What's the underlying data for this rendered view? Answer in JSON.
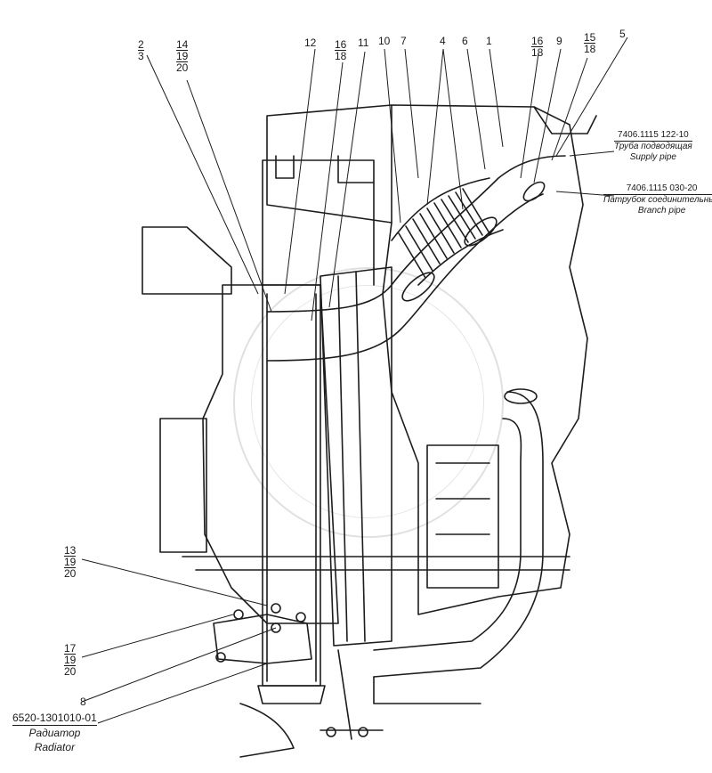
{
  "callouts": {
    "c2": "2",
    "c3": "3",
    "c14": "14",
    "c19a": "19",
    "c20a": "20",
    "c12": "12",
    "c16a": "16",
    "c18a": "18",
    "c11": "11",
    "c10": "10",
    "c7": "7",
    "c4": "4",
    "c6": "6",
    "c1": "1",
    "c16b": "16",
    "c18b": "18",
    "c9": "9",
    "c15": "15",
    "c18c": "18",
    "c5": "5",
    "c13": "13",
    "c19b": "19",
    "c20b": "20",
    "c17": "17",
    "c19c": "19",
    "c20c": "20",
    "c8": "8"
  },
  "supply_pipe": {
    "code": "7406.1115 122-10",
    "ru": "Труба подводящая",
    "en": "Supply pipe"
  },
  "branch_pipe": {
    "code": "7406.1115 030-20",
    "ru": "Патрубок соединительный",
    "en": "Branch pipe"
  },
  "radiator": {
    "code": "6520-1301010-01",
    "ru": "Радиатор",
    "en": "Radiator"
  }
}
